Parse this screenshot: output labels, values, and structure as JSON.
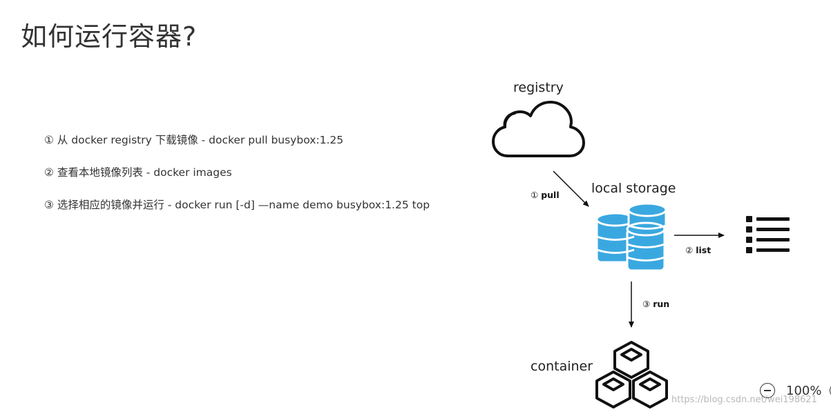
{
  "slide": {
    "title": "如何运行容器?"
  },
  "steps": [
    "① 从 docker registry 下载镜像 - docker pull busybox:1.25",
    "② 查看本地镜像列表 - docker images",
    "③ 选择相应的镜像并运行 - docker run [-d] —name demo busybox:1.25 top"
  ],
  "diagram": {
    "registry_label": "registry",
    "local_storage_label": "local storage",
    "container_label": "container",
    "pull": {
      "num": "①",
      "text": "pull"
    },
    "list": {
      "num": "②",
      "text": "list"
    },
    "run": {
      "num": "③",
      "text": "run"
    },
    "colors": {
      "database": "#3aa8e0",
      "stroke": "#111111"
    }
  },
  "zoom": {
    "level": "100%"
  },
  "watermark": "https://blog.csdn.net/wei198621"
}
